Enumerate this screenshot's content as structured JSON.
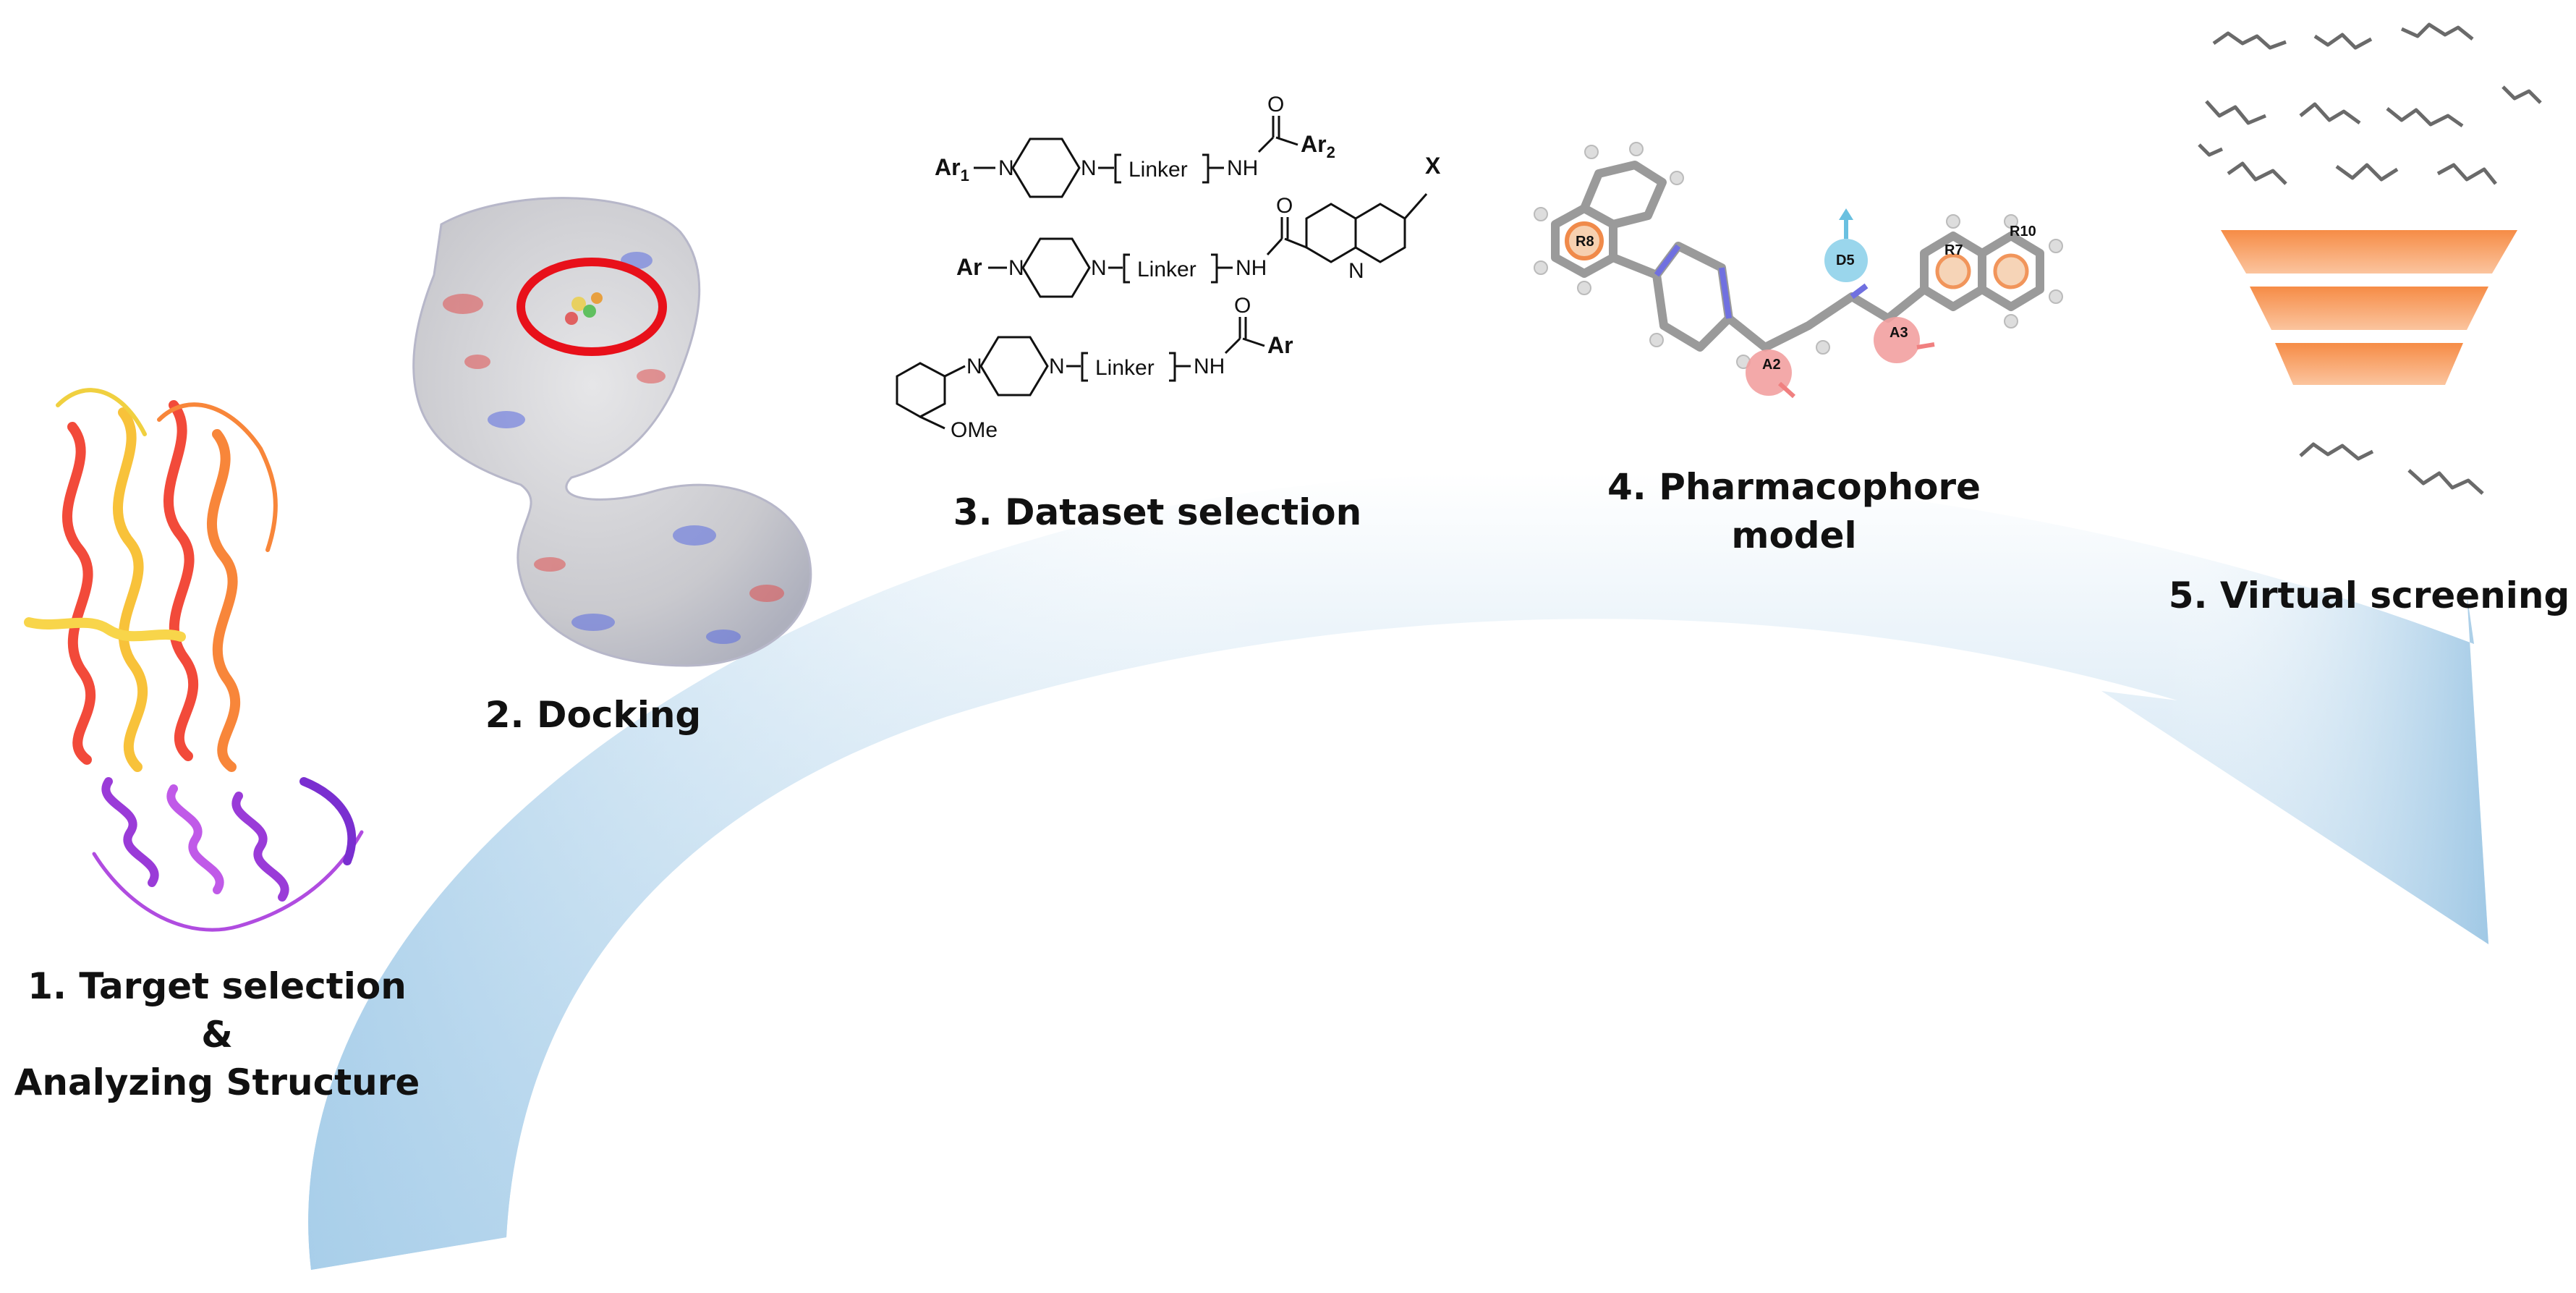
{
  "steps": [
    {
      "label_lines": [
        "1. Target selection",
        "&",
        "Analyzing Structure"
      ]
    },
    {
      "label_lines": [
        "2. Docking"
      ]
    },
    {
      "label_lines": [
        "3. Dataset selection"
      ]
    },
    {
      "label_lines": [
        "4. Pharmacophore",
        "model"
      ]
    },
    {
      "label_lines": [
        "5. Virtual screening"
      ]
    }
  ],
  "dataset": {
    "ar1": "Ar",
    "ar1_sub": "1",
    "ar2": "Ar",
    "ar2_sub": "2",
    "ar": "Ar",
    "linker": "Linker",
    "nh": "NH",
    "n": "N",
    "o": "O",
    "x": "X",
    "ome": "OMe"
  },
  "pharmacophore_features": [
    "R8",
    "D5",
    "R7",
    "R10",
    "A2",
    "A3"
  ],
  "colors": {
    "arrow_light": "#ffffff",
    "arrow_dark": "#9fc8e6",
    "funnel": "#f79a5a",
    "highlight_circle": "#e8101a"
  }
}
